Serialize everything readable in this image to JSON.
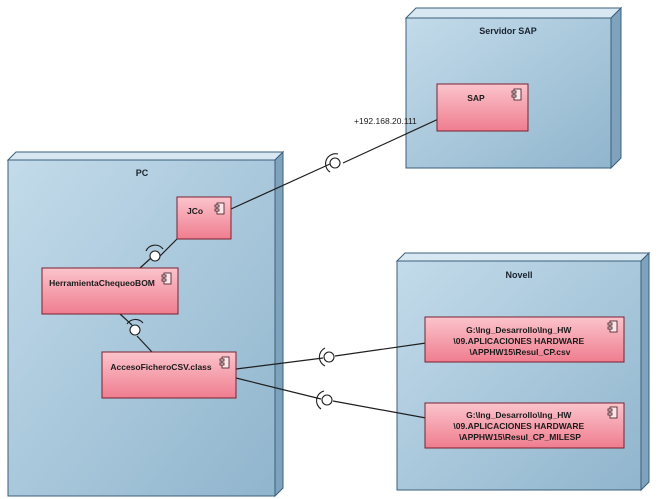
{
  "nodes": {
    "servidor_sap": {
      "title": "Servidor SAP"
    },
    "pc": {
      "title": "PC"
    },
    "novell": {
      "title": "Novell"
    }
  },
  "components": {
    "sap": {
      "label": "SAP"
    },
    "jco": {
      "label": "JCo"
    },
    "herramienta": {
      "label": "HerramientaChequeoBOM"
    },
    "acceso": {
      "label": "AccesoFicheroCSV.class"
    },
    "resul_cp": {
      "lines": [
        "G:\\Ing_Desarrollo\\Ing_HW",
        "\\09.APLICACIONES HARDWARE",
        "\\APPHW15\\Resul_CP.csv"
      ]
    },
    "resul_milesp": {
      "lines": [
        "G:\\Ing_Desarrollo\\Ing_HW",
        "\\09.APLICACIONES HARDWARE",
        "\\APPHW15\\Resul_CP_MILESP"
      ]
    }
  },
  "connections": {
    "sap_link_label": "+192.168.20.111"
  },
  "colors": {
    "node_front": "#a9c9dc",
    "node_side": "#86aac2",
    "node_border": "#3b5f7b",
    "component_fill": "#f48b9b",
    "component_border": "#7a2030"
  }
}
